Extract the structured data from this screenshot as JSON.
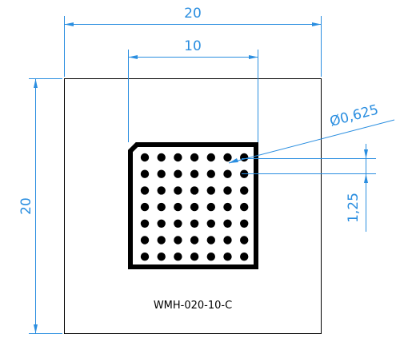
{
  "drawing": {
    "part_label": "WMH-020-10-C",
    "dimensions": {
      "overall_width": "20",
      "overall_height": "20",
      "die_width": "10",
      "ball_diameter": "Ø0,625",
      "ball_pitch": "1,25"
    },
    "ball_grid": {
      "rows": 7,
      "cols": 7
    },
    "colors": {
      "dimension": "#2a8ee0",
      "part": "#000000",
      "background": "#ffffff"
    }
  }
}
